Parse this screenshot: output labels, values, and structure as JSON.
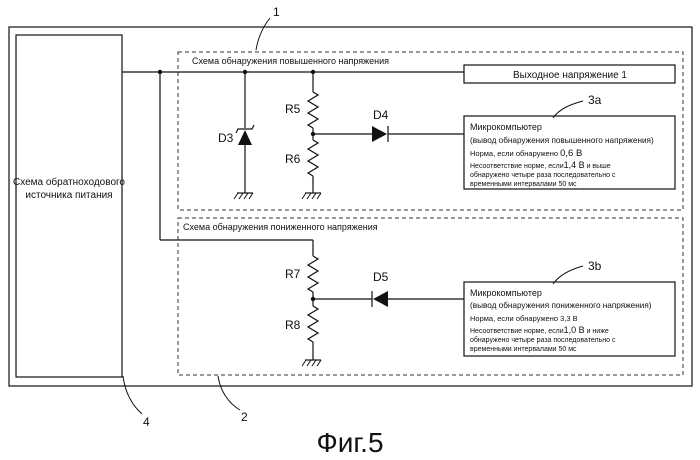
{
  "diagram": {
    "ref_outer": "1",
    "ref_lower": "2",
    "ref_source": "4",
    "ref_mcu_upper": "3a",
    "ref_mcu_lower": "3b",
    "power_source_line1": "Схема обратноходового",
    "power_source_line2": "источника питания",
    "upper_circuit_title": "Схема обнаружения повышенного напряжения",
    "lower_circuit_title": "Схема обнаружения пониженного напряжения",
    "output_box_label": "Выходное напряжение 1",
    "components": {
      "d3": "D3",
      "r5": "R5",
      "r6": "R6",
      "d4": "D4",
      "r7": "R7",
      "r8": "R8",
      "d5": "D5"
    },
    "mcu_upper": {
      "title": "Микрокомпьютер",
      "subtitle": "(вывод обнаружения повышенного напряжения)",
      "normal_prefix": "Норма, если обнаружено ",
      "normal_value": "0,6 В",
      "fault_line1": "Несоответствие норме, если",
      "fault_value": "1,4 В",
      "fault_line1_suffix": " и выше",
      "fault_line2": "обнаружено четыре раза последовательно с",
      "fault_line3": "временными интервалами 50 мс"
    },
    "mcu_lower": {
      "title": "Микрокомпьютер",
      "subtitle": "(вывод обнаружения пониженного напряжения)",
      "normal_line": "Норма, если обнаружено 3,3 В",
      "fault_line1": "Несоответствие норме, если",
      "fault_value": "1,0 В",
      "fault_line1_suffix": " и ниже",
      "fault_line2": "обнаружено четыре раза последовательно с",
      "fault_line3": "временными интервалами 50 мс"
    },
    "figure_caption": "Фиг.5"
  },
  "colors": {
    "ink": "#111111",
    "dashed": "#333333",
    "background": "#ffffff"
  }
}
